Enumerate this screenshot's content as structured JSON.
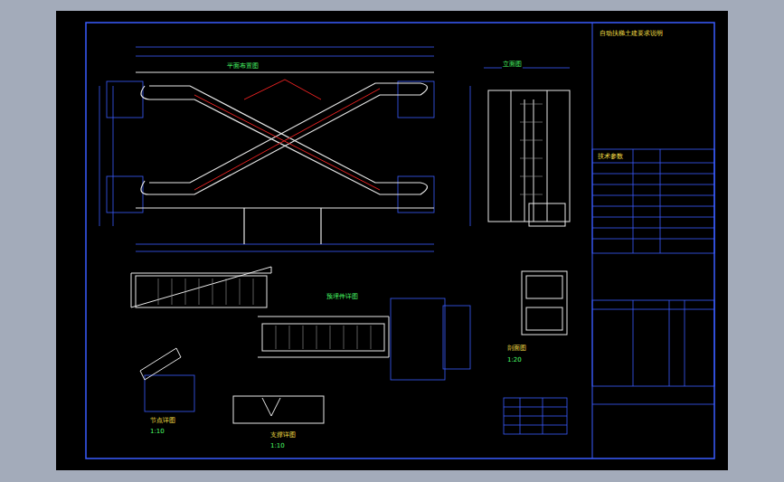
{
  "diagram": {
    "labels": [
      "自动扶梯土建要求说明",
      "技术参数",
      "平面布置图",
      "立面图",
      "剖面图",
      "节点详图",
      "1:10",
      "支撑详图",
      "1:10",
      "预埋件详图",
      "1:20"
    ]
  }
}
